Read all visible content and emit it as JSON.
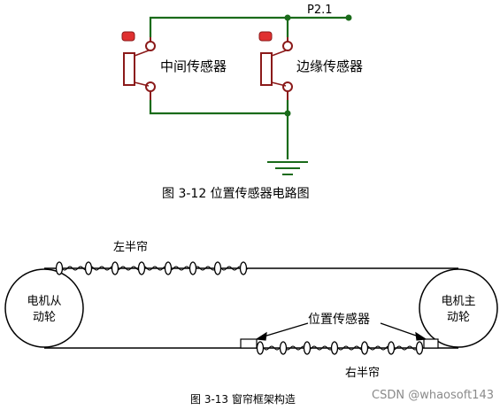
{
  "circuit": {
    "port_label": "P2.1",
    "middle_sensor_label": "中间传感器",
    "edge_sensor_label": "边缘传感器",
    "caption": "图 3-12  位置传感器电路图"
  },
  "frame": {
    "left_curtain_label": "左半帘",
    "right_curtain_label": "右半帘",
    "sensor_label": "位置传感器",
    "driven_wheel_line1": "电机从",
    "driven_wheel_line2": "动轮",
    "drive_wheel_line1": "电机主",
    "drive_wheel_line2": "动轮",
    "caption": "图 3-13  窗帘框架构造"
  },
  "watermark": "CSDN @whaosoft143",
  "colors": {
    "wire": "#1a6b1a",
    "switch_body": "#8b1a1a",
    "contact_dot": "#e03030",
    "ink": "#000000"
  }
}
